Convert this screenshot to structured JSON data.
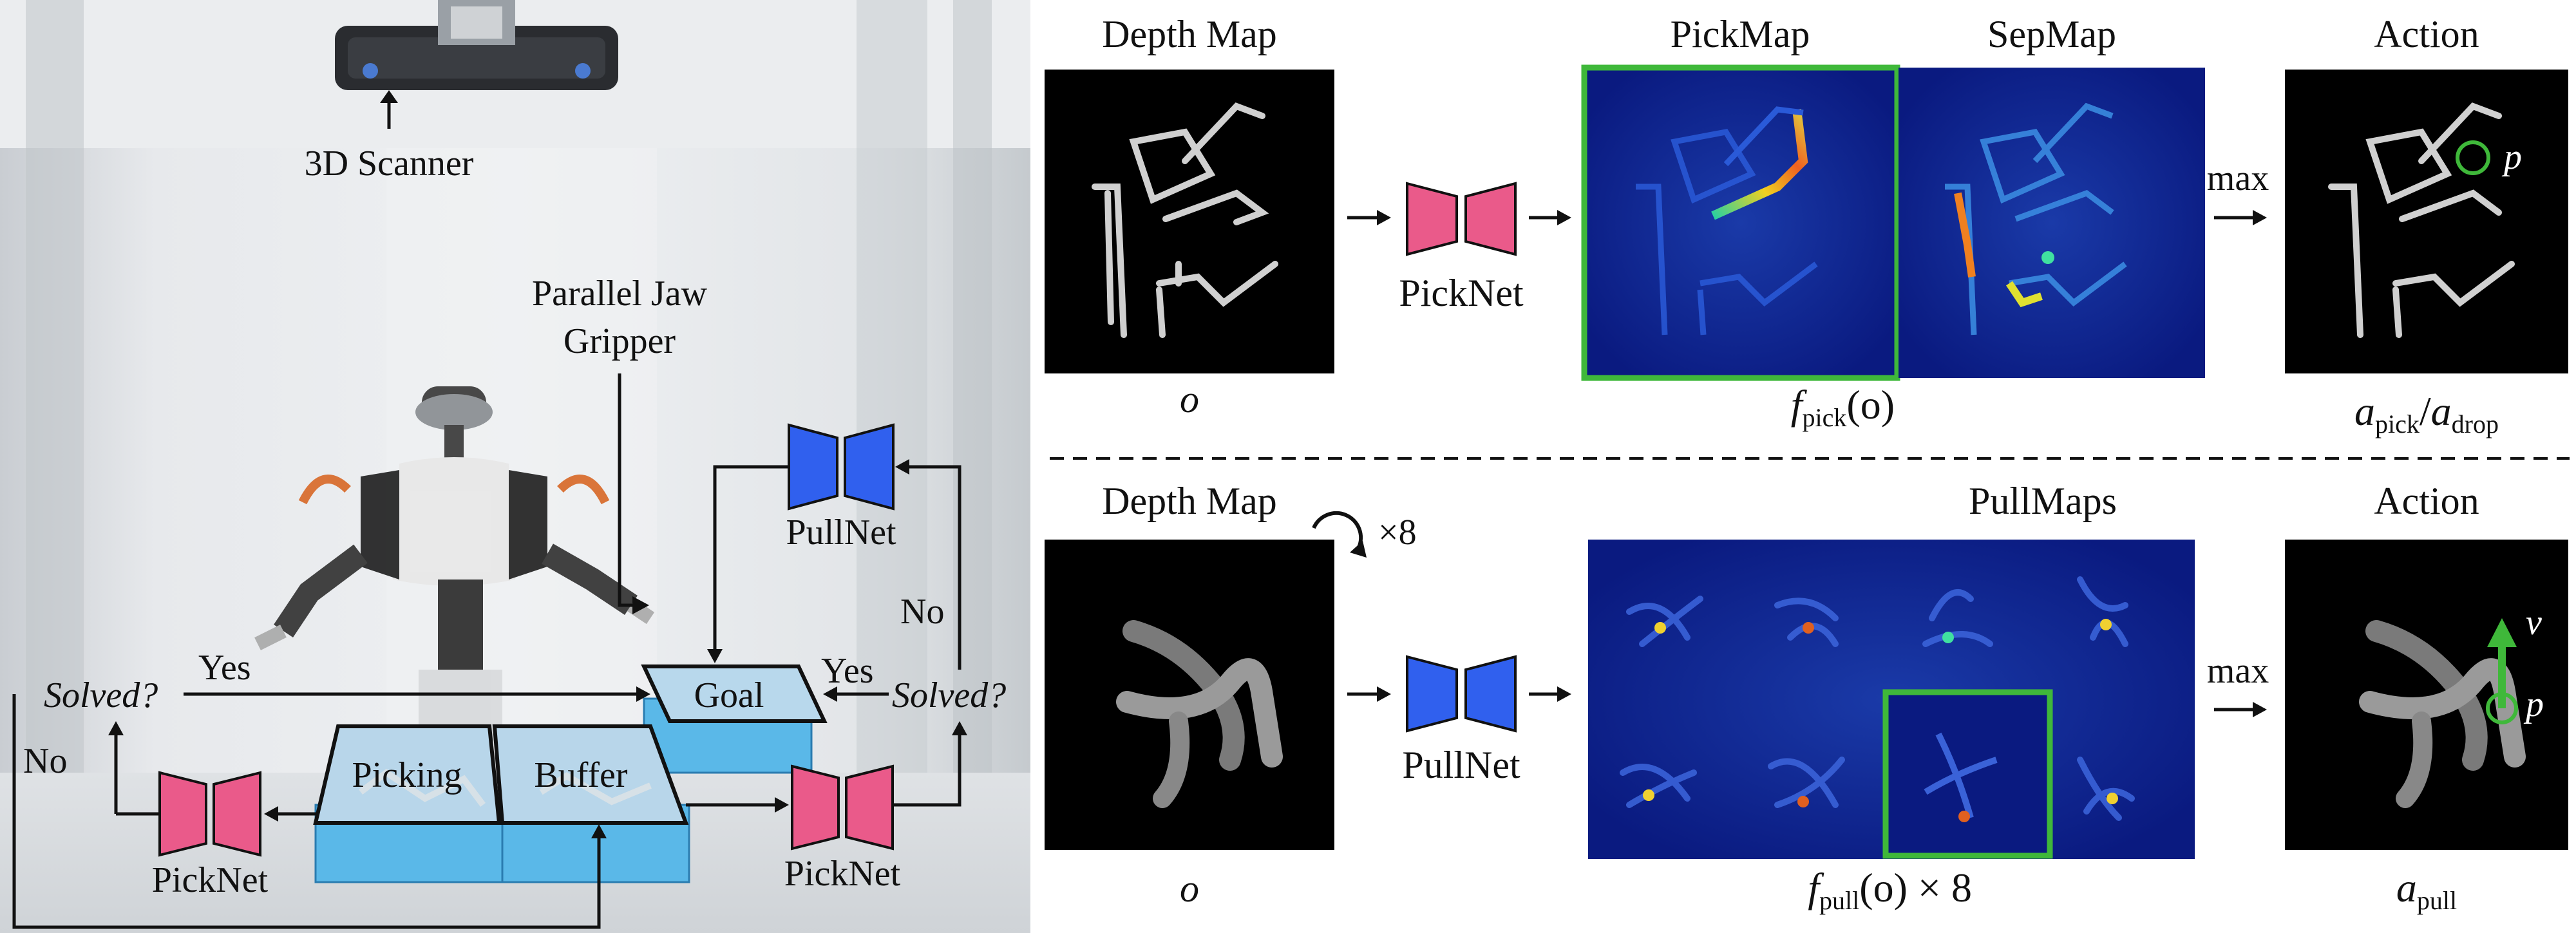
{
  "left_panel": {
    "scanner_label": "3D Scanner",
    "gripper_label_line1": "Parallel Jaw",
    "gripper_label_line2": "Gripper",
    "pullnet_label": "PullNet",
    "picknet_left_label": "PickNet",
    "picknet_right_label": "PickNet",
    "goal_label": "Goal",
    "picking_label": "Picking",
    "buffer_label": "Buffer",
    "solved_left": "Solved?",
    "solved_right": "Solved?",
    "yes_left": "Yes",
    "yes_right": "Yes",
    "no_left": "No",
    "no_right": "No"
  },
  "top_row": {
    "depth_title": "Depth Map",
    "depth_caption": "o",
    "picknet_label": "PickNet",
    "pickmap_title": "PickMap",
    "sepmap_title": "SepMap",
    "maps_caption_func": "f",
    "maps_caption_sub": "pick",
    "maps_caption_arg": "(o)",
    "max_label": "max",
    "action_title": "Action",
    "point_label": "p",
    "action_caption_a1": "a",
    "action_caption_sub1": "pick",
    "action_caption_slash": "/",
    "action_caption_a2": "a",
    "action_caption_sub2": "drop"
  },
  "bottom_row": {
    "depth_title": "Depth Map",
    "rotate_label": "×8",
    "depth_caption": "o",
    "pullnet_label": "PullNet",
    "pullmaps_title": "PullMaps",
    "maps_caption_func": "f",
    "maps_caption_sub": "pull",
    "maps_caption_arg": "(o) × 8",
    "max_label": "max",
    "action_title": "Action",
    "vector_label": "v",
    "point_label": "p",
    "action_caption_a": "a",
    "action_caption_sub": "pull"
  },
  "colors": {
    "picknet": "#ea5a8a",
    "pullnet": "#3060ee",
    "highlight_green": "#3fb83a",
    "heatmap_bg": "#0a1a80",
    "bin_blue": "#5ab8e8"
  }
}
